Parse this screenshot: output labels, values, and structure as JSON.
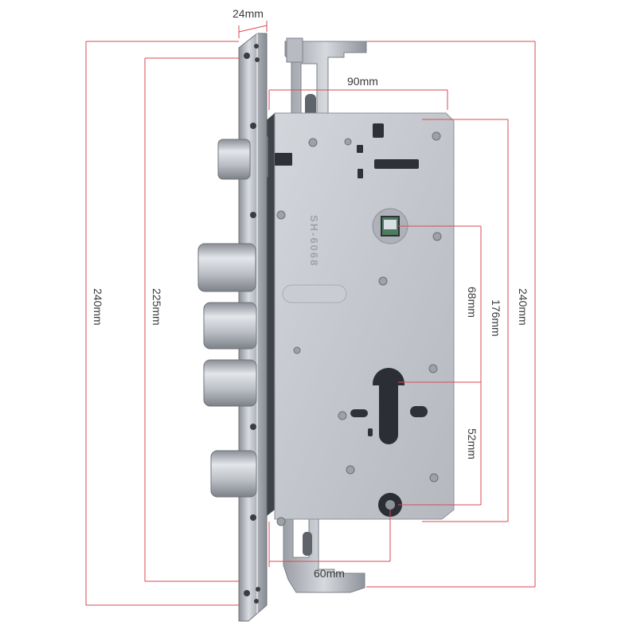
{
  "dimensions": {
    "faceplate_width": "24mm",
    "case_width": "90mm",
    "overall_height": "240mm",
    "screw_spacing": "225mm",
    "case_height": "240mm",
    "follower_to_bottom": "176mm",
    "follower_to_cylinder": "68mm",
    "cylinder_to_bottom": "52mm",
    "backset": "60mm"
  },
  "case_marking": "SH-6068",
  "colors": {
    "dimension_line": "#d94a52",
    "case_steel": "#c4c8ce",
    "faceplate_steel": "#a9adb3"
  }
}
